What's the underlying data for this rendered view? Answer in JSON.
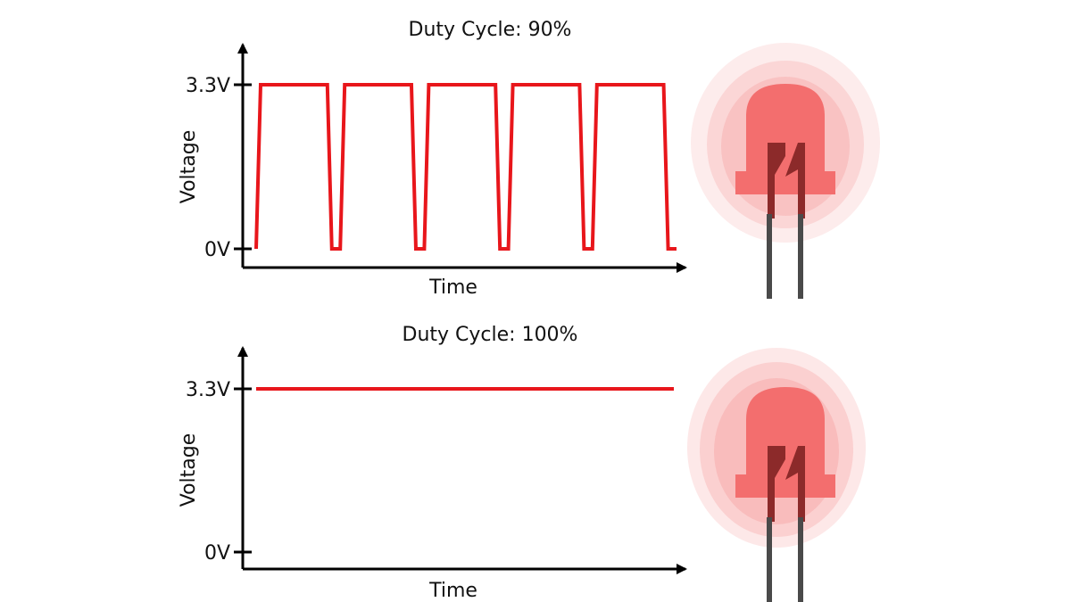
{
  "colors": {
    "signal": "#e8161b",
    "axis": "#000000",
    "led_body": "#f36e6e",
    "led_glow": "#f7a3a3",
    "led_leg": "#4a4a4a",
    "led_anode": "#8c2a2a"
  },
  "panels": [
    {
      "title": "Duty Cycle: 90%",
      "xlabel": "Time",
      "ylabel": "Voltage",
      "y_ticks": [
        "3.3V",
        "0V"
      ],
      "duty_cycle_percent": 90,
      "periods": 5,
      "led_brightness": 0.85
    },
    {
      "title": "Duty Cycle: 100%",
      "xlabel": "Time",
      "ylabel": "Voltage",
      "y_ticks": [
        "3.3V",
        "0V"
      ],
      "duty_cycle_percent": 100,
      "periods": 5,
      "led_brightness": 1.0
    }
  ]
}
